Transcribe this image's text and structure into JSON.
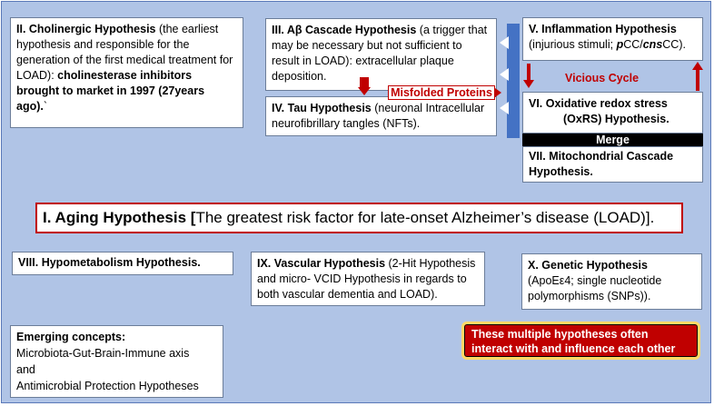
{
  "box2": {
    "title": "II. Cholinergic Hypothesis",
    "text1": " (the earliest hypothesis and responsible for the generation of the first medical treatment for LOAD): ",
    "bold2": "cholinesterase inhibitors brought to market in 1997 (27years ago).",
    "tail": "`"
  },
  "box3": {
    "title": "III. Aβ Cascade Hypothesis",
    "text": " (a trigger that may be necessary but not sufficient to result in LOAD): extracellular plaque deposition."
  },
  "box4": {
    "title": "IV. Tau Hypothesis",
    "text": " (neuronal Intracellular neurofibrillary tangles (NFTs)."
  },
  "misfolded": "Misfolded Proteins",
  "box5": {
    "title": "V. Inflammation Hypothesis",
    "text_a": "(injurious stimuli; ",
    "p": "p",
    "pcc": "CC/",
    "cns": "cns",
    "cc": "CC)."
  },
  "vicious": "Vicious Cycle",
  "box6": {
    "line1": "VI. Oxidative redox stress",
    "line2": "(OxRS) Hypothesis."
  },
  "merge": "Merge",
  "box7": {
    "title": "VII. Mitochondrial Cascade Hypothesis."
  },
  "box1": {
    "title": "I. Aging Hypothesis [",
    "text": "The greatest risk factor for late-onset Alzheimer’s disease (LOAD)]."
  },
  "box8": {
    "title": "VIII. Hypometabolism Hypothesis."
  },
  "box9": {
    "title": "IX. Vascular Hypothesis",
    "text": " (2-Hit Hypothesis and micro- VCID Hypothesis in regards to both vascular dementia and LOAD)."
  },
  "box10": {
    "title": "X. Genetic Hypothesis",
    "text": "(ApoEε4; single nucleotide polymorphisms (SNPs))."
  },
  "emerging": {
    "title": "Emerging concepts:",
    "line1": "Microbiota-Gut-Brain-Immune axis",
    "line2": "and",
    "line3": "Antimicrobial Protection Hypotheses"
  },
  "note": "These multiple hypotheses often interact with and influence each other",
  "colors": {
    "background": "#b0c4e6",
    "accent_red": "#c00000",
    "connector_blue": "#4472c4",
    "note_border": "#ffd966"
  }
}
